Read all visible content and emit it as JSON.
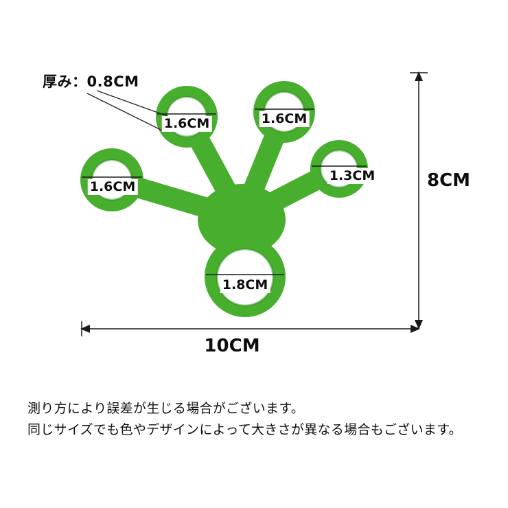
{
  "diagram": {
    "color": "#47ae2e",
    "thickness": {
      "label": "厚み：0.8CM"
    },
    "rings": {
      "left": {
        "label": "1.6CM"
      },
      "upper_left": {
        "label": "1.6CM"
      },
      "upper_right": {
        "label": "1.6CM"
      },
      "right": {
        "label": "1.3CM"
      },
      "bottom": {
        "label": "1.8CM"
      }
    },
    "height": {
      "label": "8CM"
    },
    "width": {
      "label": "10CM"
    }
  },
  "notes": {
    "line1": "測り方により誤差が生じる場合がございます。",
    "line2": "同じサイズでも色やデザインによって大きさが異なる場合もございます。"
  }
}
